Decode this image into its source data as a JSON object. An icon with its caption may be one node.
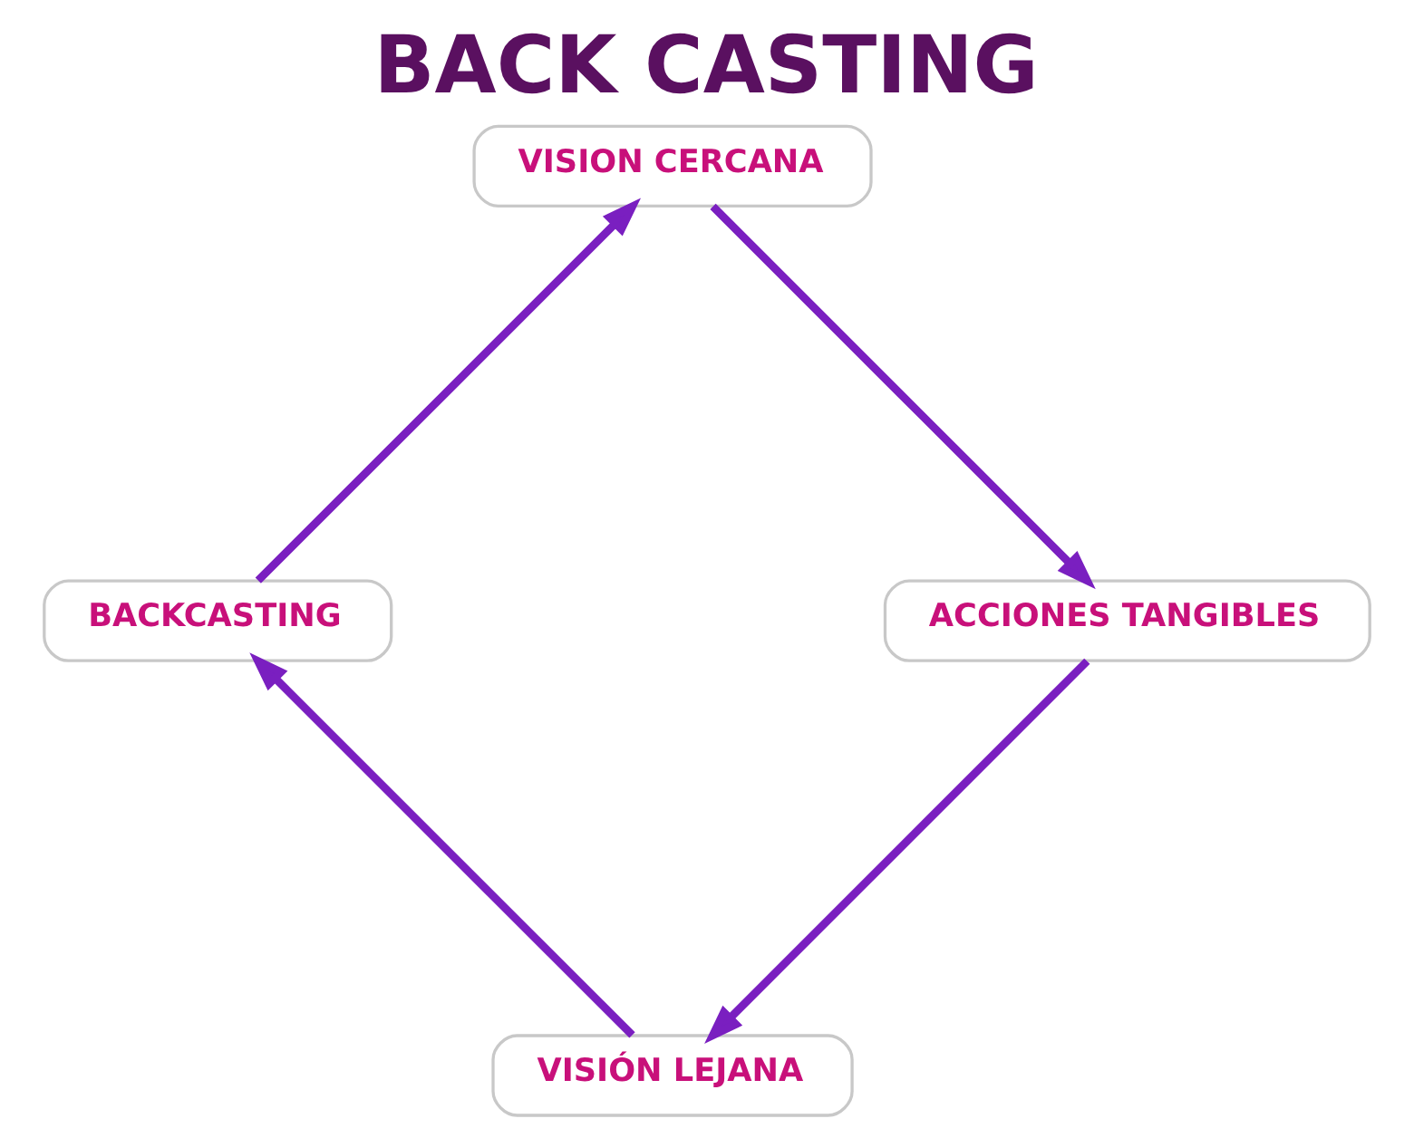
{
  "diagram": {
    "title": "BACK CASTING",
    "nodes": [
      {
        "text": [
          "VISIÓN LEJANA"
        ]
      },
      {
        "text": [
          "BACKCASTING"
        ]
      },
      {
        "text": [
          "VISION CERCANA"
        ]
      },
      {
        "text": [
          "ACCIONES TANGIBLES"
        ]
      }
    ],
    "edges": [
      {
        "from": 0,
        "to": 1,
        "arrow": "to"
      },
      {
        "from": 1,
        "to": 2,
        "arrow": "to"
      },
      {
        "from": 2,
        "to": 3,
        "arrow": "to"
      },
      {
        "from": 3,
        "to": 0,
        "arrow": "to"
      }
    ]
  }
}
